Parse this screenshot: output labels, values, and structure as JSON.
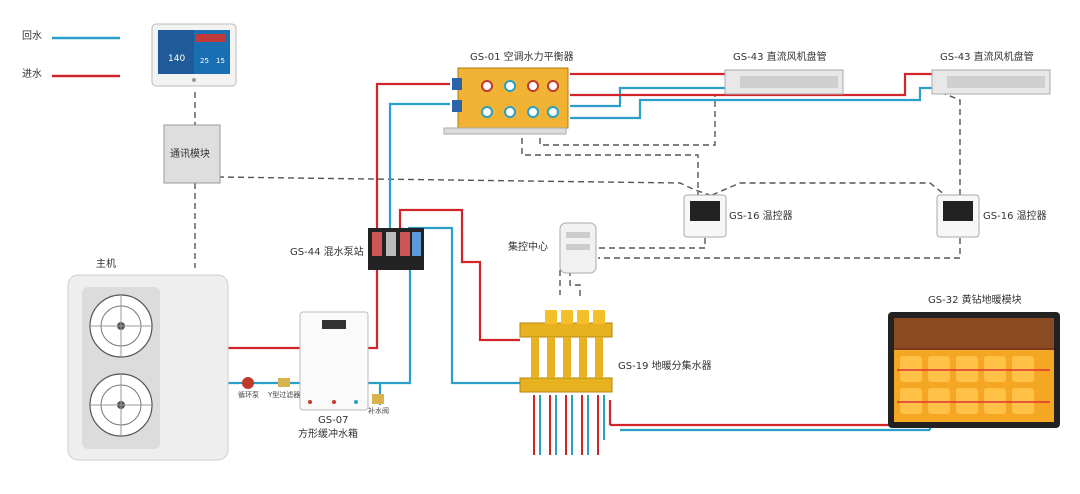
{
  "legend": {
    "return_water": "回水",
    "supply_water": "进水"
  },
  "colors": {
    "return": "#2a9fc9",
    "supply": "#d2242b",
    "control": "#555555"
  },
  "labels": {
    "balancer": "GS-01 空调水力平衡器",
    "fan_coil_1": "GS-43 直流风机盘管",
    "fan_coil_2": "GS-43 直流风机盘管",
    "comm_module": "通讯模块",
    "thermostat_1": "GS-16 温控器",
    "thermostat_2": "GS-16 温控器",
    "mixing_station": "GS-44 混水泵站",
    "central_control": "集控中心",
    "main_unit": "主机",
    "floor_heating_module": "GS-32 黄钻地暖模块",
    "manifold": "GS-19 地暖分集水器",
    "circulation_pump": "循环泵",
    "y_filter": "Y型过滤器",
    "tank_model": "GS-07",
    "tank_name": "方形缓冲水箱",
    "makeup_valve": "补水阀"
  },
  "panel": {
    "value": "140",
    "num1": "25",
    "num2": "15"
  }
}
